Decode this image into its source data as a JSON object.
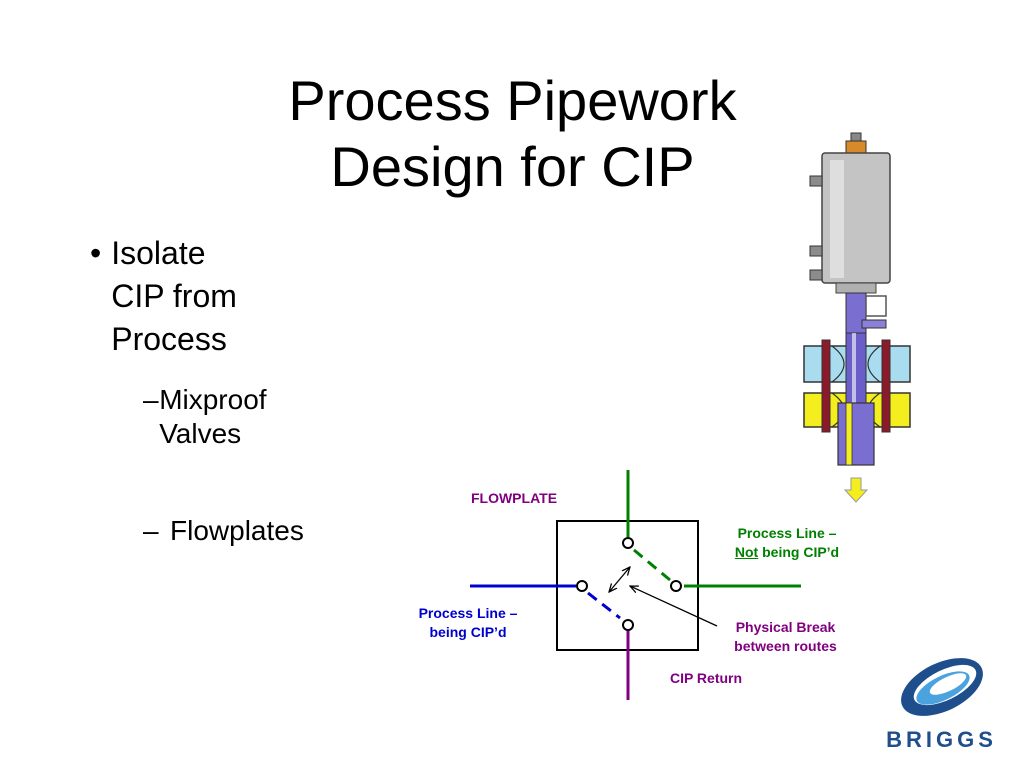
{
  "slide": {
    "title_line1": "Process Pipework",
    "title_line2": "Design for CIP"
  },
  "bullets": [
    {
      "mark": "•",
      "line1": "Isolate CIP from",
      "line2": "Process"
    }
  ],
  "sub_bullets": [
    {
      "mark": "–",
      "text": "Mixproof Valves"
    },
    {
      "mark": "–",
      "text": "Flowplates"
    }
  ],
  "diagram": {
    "flowplate_label": "FLOWPLATE",
    "process_not_cip": {
      "line1": "Process Line –",
      "emphasis": "Not",
      "rest": " being CIP’d"
    },
    "process_cip": {
      "line1": "Process Line –",
      "line2": "being CIP’d"
    },
    "physical_break": {
      "line1": "Physical Break",
      "line2": "between routes"
    },
    "cip_return": "CIP Return"
  },
  "logo": {
    "text": "BRIGGS"
  },
  "colors": {
    "green": "#008000",
    "blue": "#0000cc",
    "purple": "#800080",
    "logo_blue": "#1f4e8c",
    "valve_blue": "#aadcf0",
    "valve_yellow": "#f5ee1e",
    "valve_gray": "#c4c4c4"
  }
}
